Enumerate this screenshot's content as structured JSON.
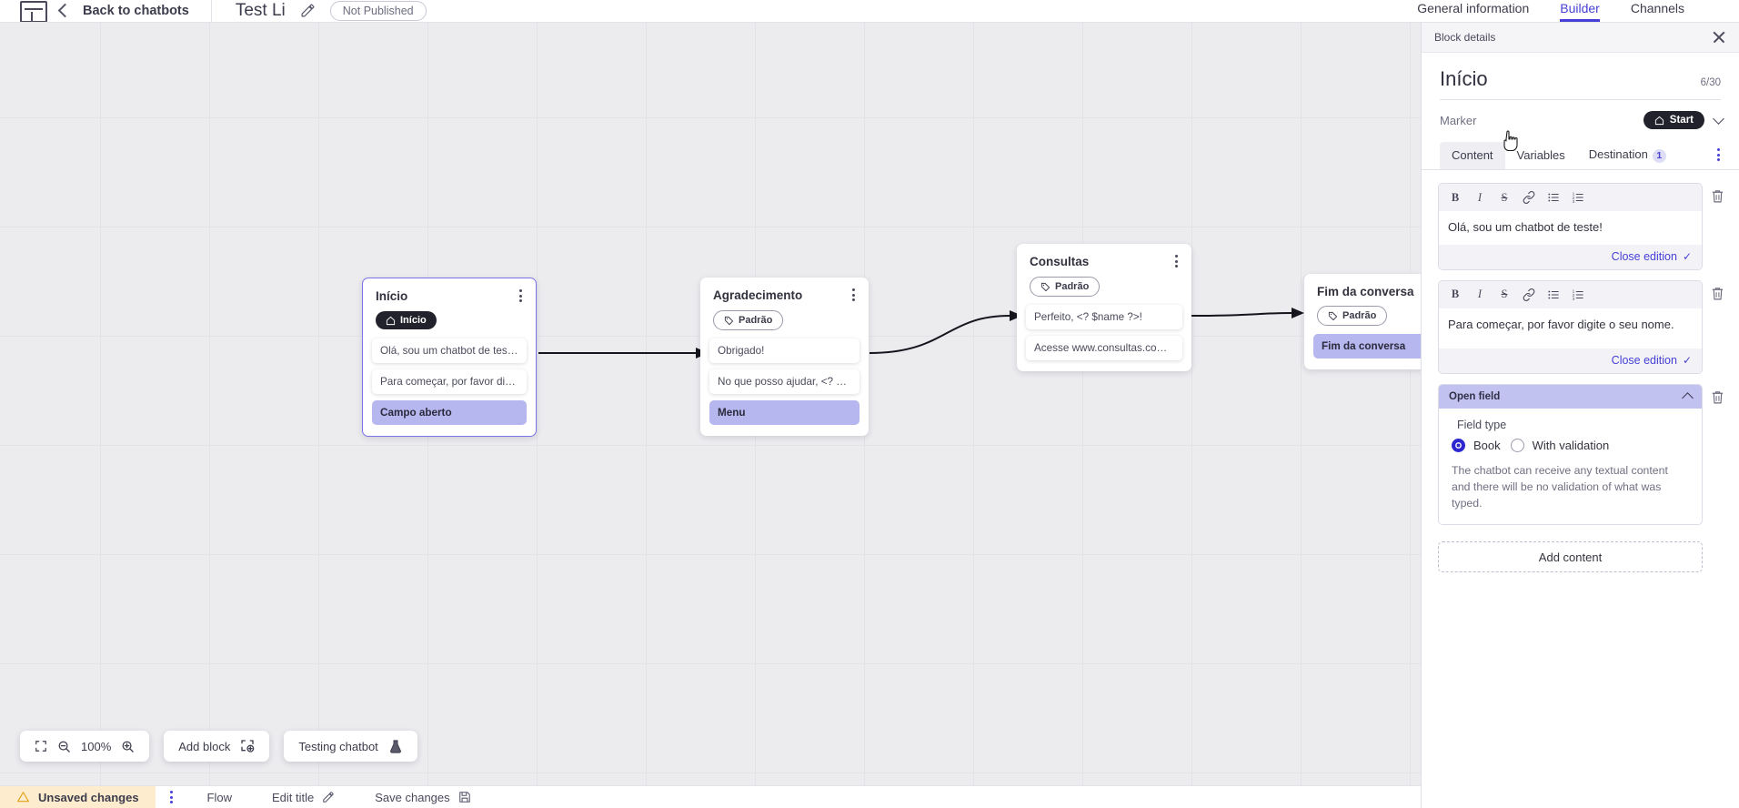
{
  "topbar": {
    "logo": "logo-icon",
    "back_label": "Back to chatbots",
    "bot_title": "Test Li",
    "edit_icon": "pencil-icon",
    "publish_status": "Not Published",
    "tabs": [
      {
        "label": "General information",
        "active": false
      },
      {
        "label": "Builder",
        "active": true
      },
      {
        "label": "Channels",
        "active": false
      }
    ]
  },
  "canvas": {
    "zoom_level": "100%",
    "fit_icon": "fit-screen-icon",
    "zoom_out_icon": "zoom-out-icon",
    "zoom_in_icon": "zoom-in-icon",
    "add_block_label": "Add block",
    "add_block_icon": "add-block-icon",
    "testing_label": "Testing chatbot",
    "testing_icon": "flask-icon",
    "nodes": [
      {
        "title": "Início",
        "chip": {
          "label": "Início",
          "style": "dark",
          "icon": "home-icon"
        },
        "selected": true,
        "messages": [
          {
            "text": "Olá, sou um chatbot de teste!",
            "highlight": false
          },
          {
            "text": "Para começar, por favor digite o ...",
            "highlight": false
          },
          {
            "text": "Campo aberto",
            "highlight": true
          }
        ]
      },
      {
        "title": "Agradecimento",
        "chip": {
          "label": "Padrão",
          "style": "tag",
          "icon": "tag-icon"
        },
        "selected": false,
        "messages": [
          {
            "text": "Obrigado!",
            "highlight": false
          },
          {
            "text": "No que posso ajudar, <? $name ...",
            "highlight": false
          },
          {
            "text": "Menu",
            "highlight": true
          }
        ]
      },
      {
        "title": "Consultas",
        "chip": {
          "label": "Padrão",
          "style": "tag",
          "icon": "tag-icon"
        },
        "selected": false,
        "messages": [
          {
            "text": "Perfeito, <? $name ?>!",
            "highlight": false
          },
          {
            "text": "Acesse www.consultas.com par...",
            "highlight": false
          }
        ]
      },
      {
        "title": "Fim da conversa",
        "chip": {
          "label": "Padrão",
          "style": "tag",
          "icon": "tag-icon"
        },
        "selected": false,
        "messages": [
          {
            "text": "Fim da conversa",
            "highlight": true
          }
        ]
      }
    ]
  },
  "statusbar": {
    "unsaved_label": "Unsaved changes",
    "warning_icon": "warning-triangle-icon",
    "kebab_icon": "kebab-menu-icon",
    "flow_label": "Flow",
    "edit_title_label": "Edit title",
    "edit_title_icon": "pencil-icon",
    "save_label": "Save changes",
    "save_icon": "save-disk-icon"
  },
  "panel": {
    "header_label": "Block details",
    "close_icon": "close-icon",
    "block_name": "Início",
    "name_counter": "6/30",
    "marker_label": "Marker",
    "marker_value": "Start",
    "marker_icon": "home-icon",
    "marker_chevron": "chevron-down-icon",
    "tabs": [
      {
        "label": "Content",
        "active": true,
        "badge": null
      },
      {
        "label": "Variables",
        "active": false,
        "badge": null
      },
      {
        "label": "Destination",
        "active": false,
        "badge": "1"
      }
    ],
    "tabs_kebab": "kebab-menu-icon",
    "toolbar_buttons": [
      {
        "name": "bold",
        "glyph": "B"
      },
      {
        "name": "italic",
        "glyph": "I"
      },
      {
        "name": "strikethrough",
        "glyph": "S"
      },
      {
        "name": "link",
        "glyph": "link-icon"
      },
      {
        "name": "bullet-list",
        "glyph": "bullet-list-icon"
      },
      {
        "name": "numbered-list",
        "glyph": "numbered-list-icon"
      }
    ],
    "editors": [
      {
        "text": "Olá, sou um chatbot de teste!",
        "close_label": "Close edition",
        "delete_icon": "trash-icon"
      },
      {
        "text": "Para começar, por favor digite o seu nome.",
        "close_label": "Close edition",
        "delete_icon": "trash-icon"
      }
    ],
    "open_field": {
      "title": "Open field",
      "collapse_icon": "chevron-up-icon",
      "delete_icon": "trash-icon",
      "legend": "Field type",
      "options": [
        {
          "label": "Book",
          "selected": true
        },
        {
          "label": "With validation",
          "selected": false
        }
      ],
      "note": "The chatbot can receive any textual content and there will be no validation of what was typed."
    },
    "add_content_label": "Add content"
  },
  "colors": {
    "accent": "#4640d6",
    "radio_selected": "#2c27cf",
    "highlight": "#b6b7ee",
    "open_field_header": "#c2c2f0",
    "unsaved_bg": "#fdeccd",
    "canvas_bg": "#ececef"
  }
}
